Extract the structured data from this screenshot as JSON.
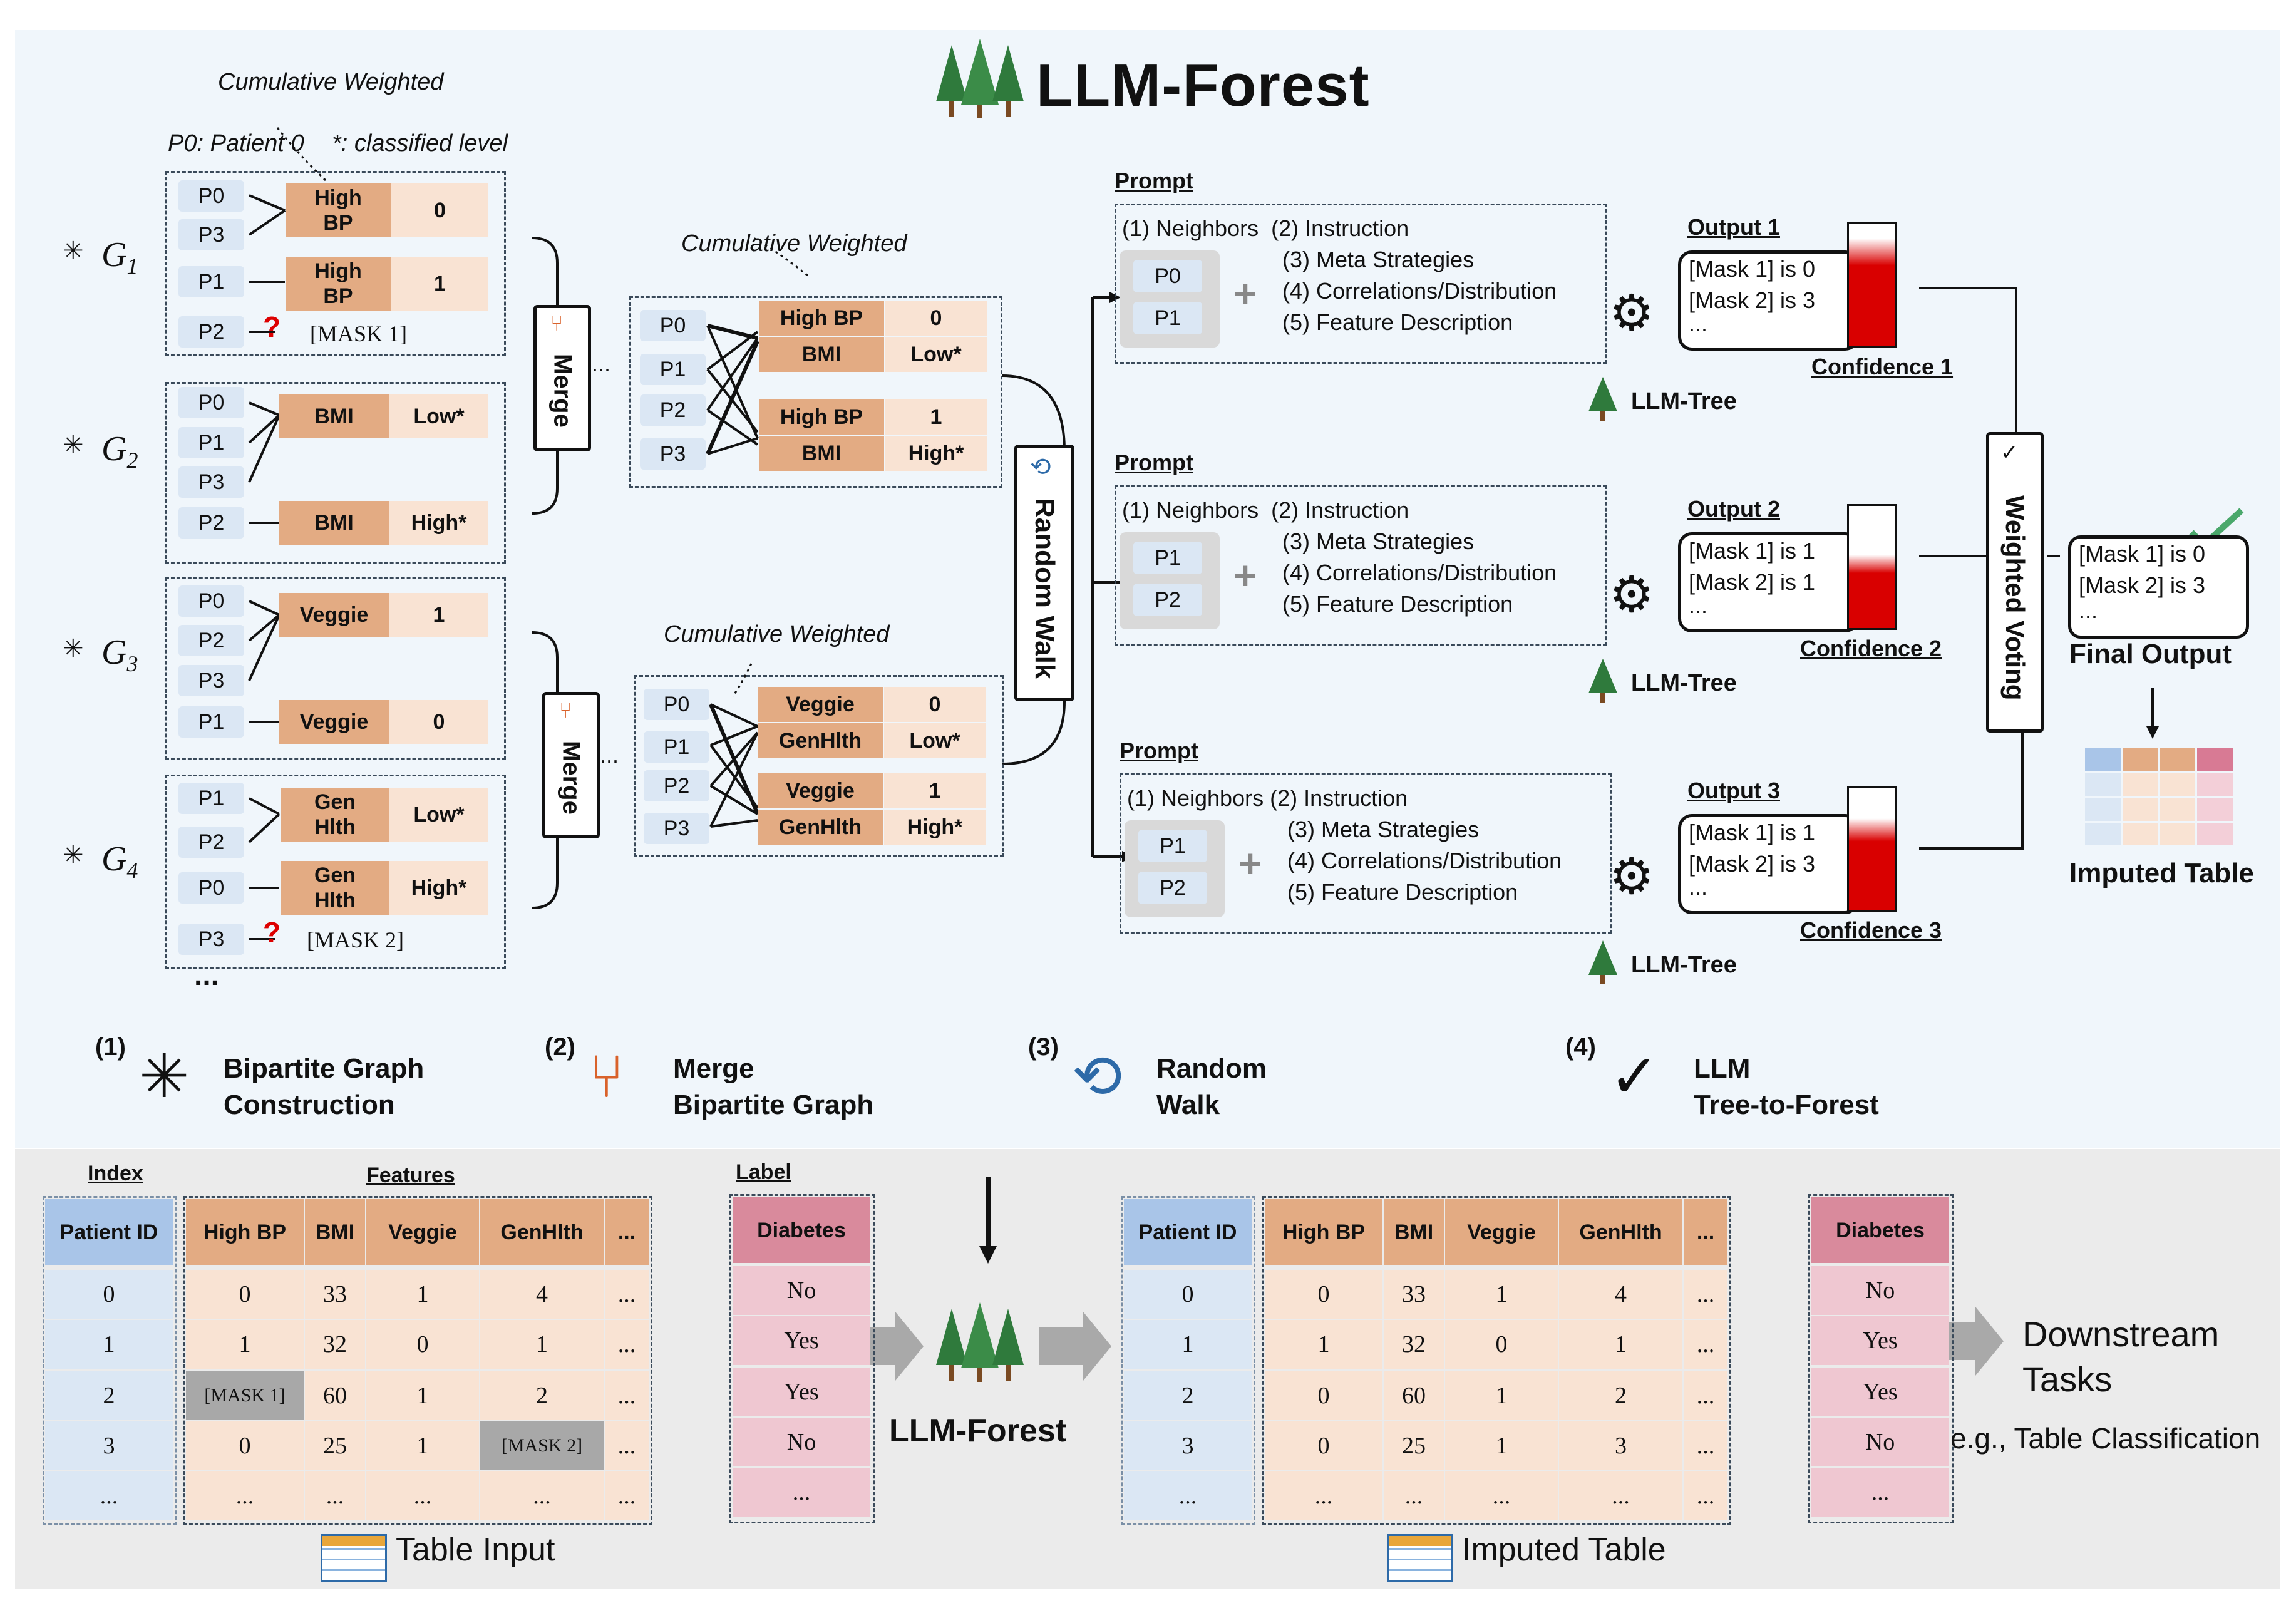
{
  "title": "LLM-Forest",
  "graph_panel": {
    "cumulative_weighted_label": "Cumulative Weighted",
    "patient_note": "P0: Patient 0",
    "classified_note": "*: classified level",
    "g1": {
      "label_base": "G",
      "label_sub": "1",
      "p0": "P0",
      "p3": "P3",
      "p1": "P1",
      "p2": "P2",
      "f1": "High BP",
      "f2": "High BP",
      "v1": "0",
      "v2": "1",
      "mask": "[MASK 1]"
    },
    "g2": {
      "label_base": "G",
      "label_sub": "2",
      "p0": "P0",
      "p1": "P1",
      "p3": "P3",
      "p2": "P2",
      "f1": "BMI",
      "f2": "BMI",
      "v1": "Low*",
      "v2": "High*"
    },
    "g3": {
      "label_base": "G",
      "label_sub": "3",
      "p0": "P0",
      "p2": "P2",
      "p3": "P3",
      "p1": "P1",
      "f1": "Veggie",
      "f2": "Veggie",
      "v1": "1",
      "v2": "0"
    },
    "g4": {
      "label_base": "G",
      "label_sub": "4",
      "p1": "P1",
      "p2": "P2",
      "p0": "P0",
      "p3": "P3",
      "f1": "Gen Hlth",
      "f2": "Gen Hlth",
      "v1": "Low*",
      "v2": "High*",
      "mask": "[MASK 2]"
    },
    "more": "...",
    "question_mark": "?"
  },
  "merge": {
    "label": "Merge",
    "ellipsis": "..."
  },
  "merged1": {
    "cw": "Cumulative Weighted",
    "p": [
      "P0",
      "P1",
      "P2",
      "P3"
    ],
    "r1a": "High BP",
    "r1b": "BMI",
    "v1a": "0",
    "v1b": "Low*",
    "r2a": "High BP",
    "r2b": "BMI",
    "v2a": "1",
    "v2b": "High*"
  },
  "merged2": {
    "cw": "Cumulative Weighted",
    "p": [
      "P0",
      "P1",
      "P2",
      "P3"
    ],
    "r1a": "Veggie",
    "r1b": "GenHlth",
    "v1a": "0",
    "v1b": "Low*",
    "r2a": "Veggie",
    "r2b": "GenHlth",
    "v2a": "1",
    "v2b": "High*"
  },
  "random_walk": "Random Walk",
  "prompts": [
    {
      "title": "Prompt",
      "line1": "(1) Neighbors  (2) Instruction",
      "rest": "(3) Meta Strategies\n(4) Correlations/Distribution\n(5) Feature Description",
      "pa": "P0",
      "pb": "P1",
      "output_title": "Output 1",
      "out1": "[Mask 1] is 0",
      "out2": "[Mask 2] is 3",
      "out3": "...",
      "conf": "Confidence 1",
      "fill": 0.88,
      "tree": "LLM-Tree"
    },
    {
      "title": "Prompt",
      "line1": "(1) Neighbors  (2) Instruction",
      "rest": "(3) Meta Strategies\n(4) Correlations/Distribution\n(5) Feature Description",
      "pa": "P1",
      "pb": "P2",
      "output_title": "Output 2",
      "out1": "[Mask 1] is 1",
      "out2": "[Mask 2] is 1",
      "out3": "...",
      "conf": "Confidence 2",
      "fill": 0.6,
      "tree": "LLM-Tree"
    },
    {
      "title": "Prompt",
      "line1": "(1) Neighbors (2) Instruction",
      "rest": "(3) Meta Strategies\n(4) Correlations/Distribution\n(5) Feature Description",
      "pa": "P1",
      "pb": "P2",
      "output_title": "Output 3",
      "out1": "[Mask 1] is 1",
      "out2": "[Mask 2] is 3",
      "out3": "...",
      "conf": "Confidence 3",
      "fill": 0.75,
      "tree": "LLM-Tree"
    }
  ],
  "weighted_voting": "Weighted Voting",
  "final": {
    "out1": "[Mask 1] is 0",
    "out2": "[Mask 2] is 3",
    "out3": "...",
    "label": "Final Output",
    "table_label": "Imputed Table"
  },
  "legend": [
    {
      "num": "(1)",
      "text1": "Bipartite Graph",
      "text2": "Construction"
    },
    {
      "num": "(2)",
      "text1": "Merge",
      "text2": "Bipartite Graph"
    },
    {
      "num": "(3)",
      "text1": "Random",
      "text2": "Walk"
    },
    {
      "num": "(4)",
      "text1": "LLM",
      "text2": "Tree-to-Forest"
    }
  ],
  "table_input": {
    "index_header": "Index",
    "features_header": "Features",
    "label_header": "Label",
    "id_col": "Patient ID",
    "cols": [
      "High BP",
      "BMI",
      "Veggie",
      "GenHlth",
      "..."
    ],
    "label_col": "Diabetes",
    "ids": [
      "0",
      "1",
      "2",
      "3",
      "..."
    ],
    "rows": [
      [
        "0",
        "33",
        "1",
        "4",
        "..."
      ],
      [
        "1",
        "32",
        "0",
        "1",
        "..."
      ],
      [
        "[MASK 1]",
        "60",
        "1",
        "2",
        "..."
      ],
      [
        "0",
        "25",
        "1",
        "[MASK 2]",
        "..."
      ],
      [
        "...",
        "...",
        "...",
        "...",
        "..."
      ]
    ],
    "labels": [
      "No",
      "Yes",
      "Yes",
      "No",
      "..."
    ],
    "caption": "Table Input"
  },
  "center_label": "LLM-Forest",
  "table_output": {
    "id_col": "Patient ID",
    "cols": [
      "High BP",
      "BMI",
      "Veggie",
      "GenHlth",
      "..."
    ],
    "label_col": "Diabetes",
    "ids": [
      "0",
      "1",
      "2",
      "3",
      "..."
    ],
    "rows": [
      [
        "0",
        "33",
        "1",
        "4",
        "..."
      ],
      [
        "1",
        "32",
        "0",
        "1",
        "..."
      ],
      [
        "0",
        "60",
        "1",
        "2",
        "..."
      ],
      [
        "0",
        "25",
        "1",
        "3",
        "..."
      ],
      [
        "...",
        "...",
        "...",
        "...",
        "..."
      ]
    ],
    "labels": [
      "No",
      "Yes",
      "Yes",
      "No",
      "..."
    ],
    "caption": "Imputed Table"
  },
  "downstream": {
    "line1": "Downstream",
    "line2": "Tasks",
    "example": "e.g., Table Classification"
  },
  "colors": {
    "feature": "#e3ab83",
    "value": "#f9e3d3",
    "patient": "#dbe7f4",
    "label": "#d98a9c",
    "bar": "#d90000"
  }
}
